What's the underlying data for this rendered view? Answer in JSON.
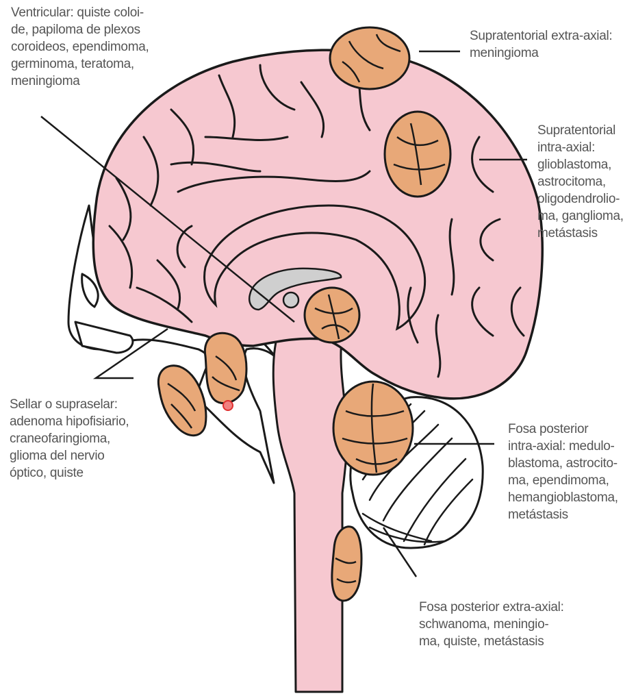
{
  "colors": {
    "brain": "#f6c8d0",
    "tumor": "#e8a878",
    "tumor_dark": "#c98a5a",
    "outline": "#1a1a1a",
    "ventricle": "#cfcfcf",
    "label_text": "#555555",
    "background": "#ffffff"
  },
  "labels": {
    "ventricular": [
      "Ventricular: quiste coloi-",
      "de, papiloma de plexos",
      "coroideos, ependimoma,",
      "germinoma, teratoma,",
      "meningioma"
    ],
    "supratentorial_extra": [
      "Supratentorial extra-axial:",
      "meningioma"
    ],
    "supratentorial_intra": [
      "Supratentorial",
      "intra-axial:",
      "glioblastoma,",
      "astrocitoma,",
      "oligodendrolio-",
      "ma, ganglioma,",
      "metástasis"
    ],
    "sellar": [
      "Sellar o supraselar:",
      "adenoma hipofisiario,",
      "craneofaringioma,",
      "glioma del nervio",
      "óptico, quiste"
    ],
    "fosa_intra": [
      "Fosa posterior",
      "intra-axial: medulo-",
      "blastoma, astrocito-",
      "ma, ependimoma,",
      "hemangioblastoma,",
      "metástasis"
    ],
    "fosa_extra": [
      "Fosa posterior extra-axial:",
      "schwanoma, meningio-",
      "ma, quiste, metástasis"
    ]
  }
}
